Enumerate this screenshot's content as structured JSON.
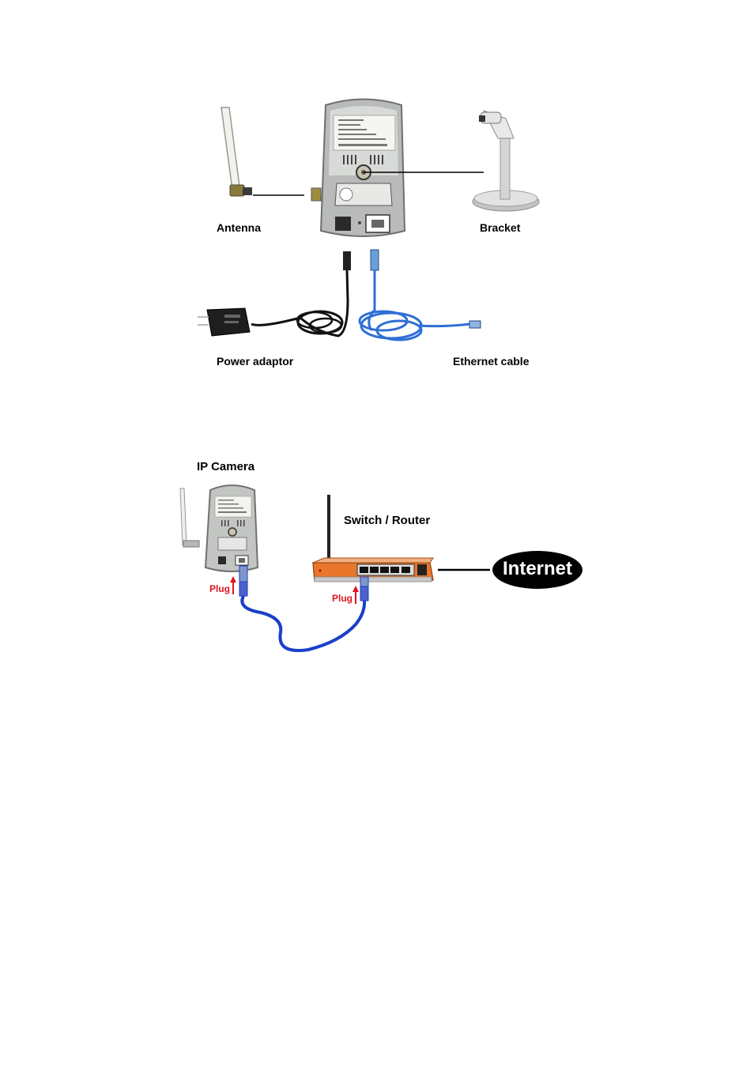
{
  "package_contents": {
    "antenna_label": "Antenna",
    "bracket_label": "Bracket",
    "power_adaptor_label": "Power adaptor",
    "ethernet_cable_label": "Ethernet cable"
  },
  "connection": {
    "ip_camera_label": "IP Camera",
    "switch_router_label": "Switch / Router",
    "internet_label": "Internet",
    "plug_label_camera": "Plug",
    "plug_label_router": "Plug"
  },
  "colors": {
    "cable_blue": "#1a3fc8",
    "router_orange": "#e8762b",
    "plug_red": "#e0141e"
  }
}
